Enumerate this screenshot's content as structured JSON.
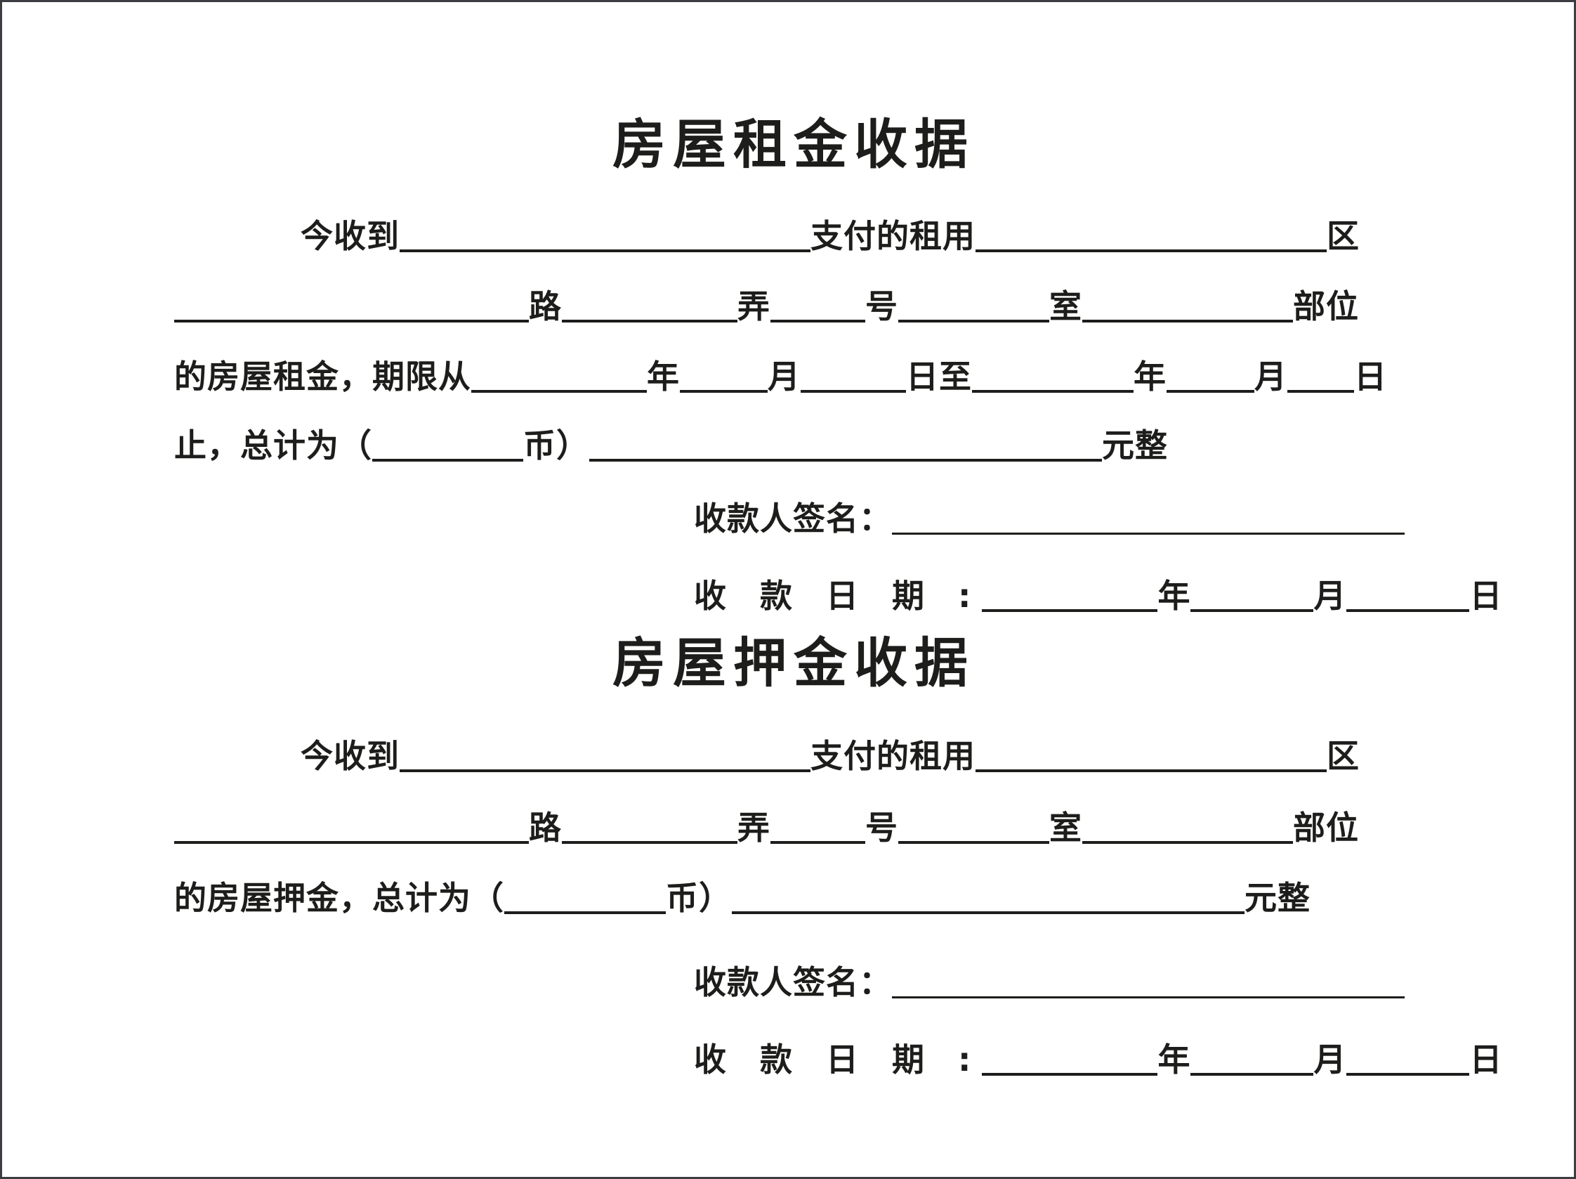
{
  "document": {
    "kind": "receipt-form",
    "ink_color": "#1d1d1b",
    "paper_color": "#ffffff",
    "border_color": "#3b3d42"
  },
  "sections": [
    {
      "id": "rent",
      "title": "房屋租金收据",
      "lines": {
        "l1_a": "今收到",
        "l1_b": "支付的租用",
        "l1_c": "区",
        "l2_road": "路",
        "l2_lane": "弄",
        "l2_no": "号",
        "l2_room": "室",
        "l2_part": "部位",
        "l3_a": "的房屋租金，期限从",
        "l3_year1": "年",
        "l3_month1": "月",
        "l3_day1": "日至",
        "l3_year2": "年",
        "l3_month2": "月",
        "l3_day2": "日",
        "l4_a": "止，总计为（",
        "l4_currency": "币）",
        "l4_end": "元整",
        "sign_label": "收款人签名：",
        "date_label": "收 款 日 期 :",
        "date_year": "年",
        "date_month": "月",
        "date_day": "日"
      }
    },
    {
      "id": "deposit",
      "title": "房屋押金收据",
      "lines": {
        "l1_a": "今收到",
        "l1_b": "支付的租用",
        "l1_c": "区",
        "l2_road": "路",
        "l2_lane": "弄",
        "l2_no": "号",
        "l2_room": "室",
        "l2_part": "部位",
        "l3_a": "的房屋押金，总计为（",
        "l3_currency": "币）",
        "l3_end": "元整",
        "sign_label": "收款人签名：",
        "date_label": "收 款 日 期 :",
        "date_year": "年",
        "date_month": "月",
        "date_day": "日"
      }
    }
  ]
}
